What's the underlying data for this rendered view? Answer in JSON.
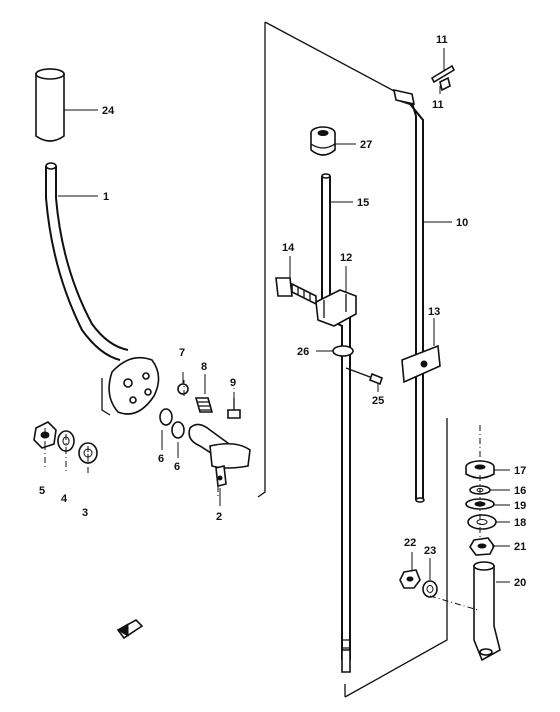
{
  "diagram": {
    "callouts": [
      {
        "id": "c24",
        "text": "24"
      },
      {
        "id": "c1",
        "text": "1"
      },
      {
        "id": "c7",
        "text": "7"
      },
      {
        "id": "c8",
        "text": "8"
      },
      {
        "id": "c9",
        "text": "9"
      },
      {
        "id": "c5",
        "text": "5"
      },
      {
        "id": "c4",
        "text": "4"
      },
      {
        "id": "c3",
        "text": "3"
      },
      {
        "id": "c6a",
        "text": "6"
      },
      {
        "id": "c6b",
        "text": "6"
      },
      {
        "id": "c2",
        "text": "2"
      },
      {
        "id": "c11a",
        "text": "11"
      },
      {
        "id": "c11b",
        "text": "11"
      },
      {
        "id": "c27",
        "text": "27"
      },
      {
        "id": "c15",
        "text": "15"
      },
      {
        "id": "c10",
        "text": "10"
      },
      {
        "id": "c14",
        "text": "14"
      },
      {
        "id": "c12",
        "text": "12"
      },
      {
        "id": "c13",
        "text": "13"
      },
      {
        "id": "c26",
        "text": "26"
      },
      {
        "id": "c25",
        "text": "25"
      },
      {
        "id": "c17",
        "text": "17"
      },
      {
        "id": "c16",
        "text": "16"
      },
      {
        "id": "c19",
        "text": "19"
      },
      {
        "id": "c18",
        "text": "18"
      },
      {
        "id": "c21",
        "text": "21"
      },
      {
        "id": "c22",
        "text": "22"
      },
      {
        "id": "c23",
        "text": "23"
      },
      {
        "id": "c20",
        "text": "20"
      }
    ]
  }
}
